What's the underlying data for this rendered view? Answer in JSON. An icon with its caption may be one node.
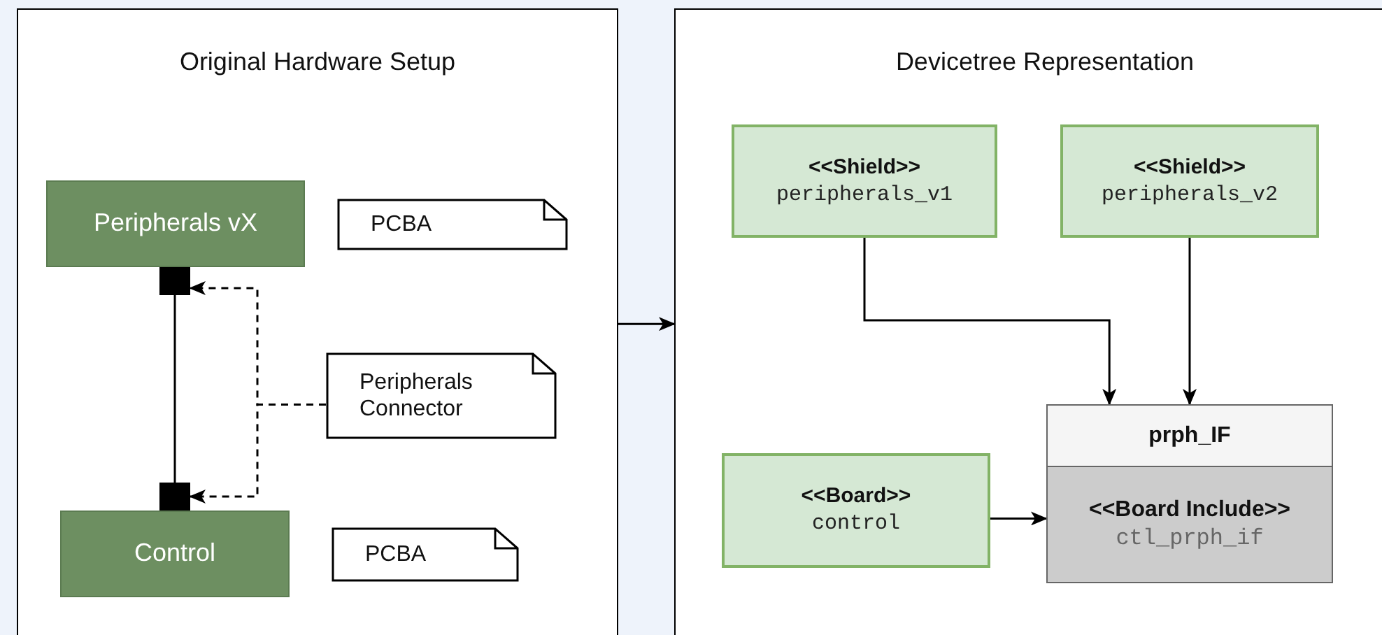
{
  "diagram": {
    "nodes": [
      {
        "text": [
          "Original Hardware Setup"
        ]
      },
      {
        "text": [
          "Peripherals vX"
        ],
        "in": 0
      },
      {
        "text": [
          "PCBA"
        ],
        "in": 0
      },
      {
        "text": [],
        "shape": "box",
        "in": 0
      },
      {
        "text": [
          "Peripherals Connector"
        ],
        "in": 0
      },
      {
        "text": [],
        "shape": "box",
        "in": 0
      },
      {
        "text": [
          "Control"
        ],
        "in": 0
      },
      {
        "text": [
          "PCBA"
        ],
        "in": 0
      },
      {
        "text": [
          "Devicetree Representation"
        ]
      },
      {
        "text": [
          "<<Shield>>",
          "peripherals_v1"
        ],
        "in": 8
      },
      {
        "text": [
          "<<Shield>>",
          "peripherals_v2"
        ],
        "in": 8
      },
      {
        "text": [
          "prph_IF"
        ],
        "in": 8
      },
      {
        "text": [
          "<<Board Include>>",
          "ctl_prph_if"
        ],
        "in": 11
      },
      {
        "text": [
          "<<Board>>",
          "control"
        ],
        "in": 8
      }
    ],
    "edges": [
      {
        "from": 3,
        "to": 5,
        "arrow": "none"
      },
      {
        "from": 4,
        "to": 3,
        "arrow": "to",
        "style": "dashed"
      },
      {
        "from": 4,
        "to": 5,
        "arrow": "to",
        "style": "dashed"
      },
      {
        "from": 0,
        "to": 8,
        "arrow": "to"
      },
      {
        "from": 9,
        "to": 11,
        "arrow": "to"
      },
      {
        "from": 10,
        "to": 11,
        "arrow": "to"
      },
      {
        "from": 13,
        "to": 12,
        "arrow": "to"
      }
    ]
  }
}
